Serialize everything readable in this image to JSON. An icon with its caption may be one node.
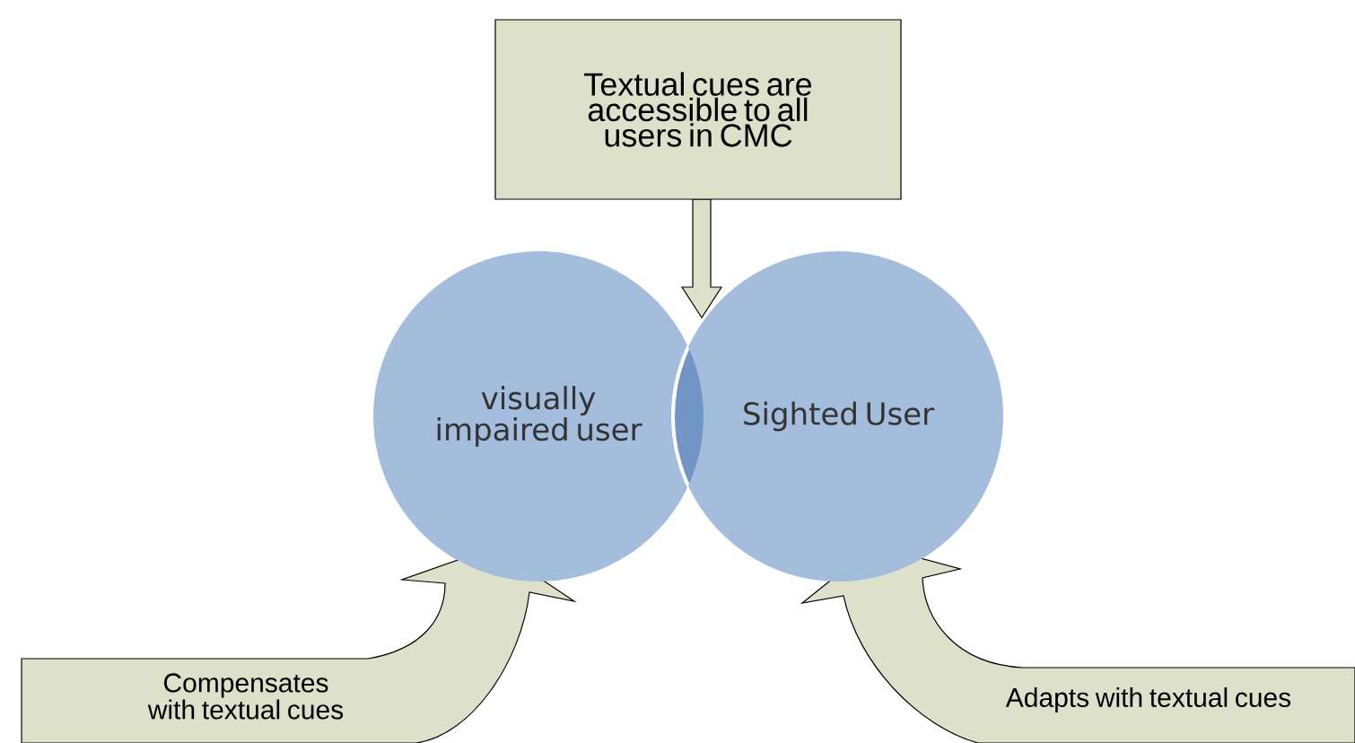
{
  "diagram": {
    "nodes": [
      {
        "text": [
          "Textual cues are accessible to all users in CMC"
        ]
      },
      {
        "text": [
          "visually impaired user"
        ]
      },
      {
        "text": [
          "Sighted User"
        ]
      },
      {
        "text": [
          "Compensates with textual cues"
        ]
      },
      {
        "text": [
          "Adapts with textual cues"
        ]
      }
    ],
    "edges": [
      {
        "from": 0,
        "to": null,
        "arrow": "to"
      },
      {
        "from": 3,
        "to": 1,
        "arrow": "to"
      },
      {
        "from": 4,
        "to": 2,
        "arrow": "to"
      }
    ]
  }
}
